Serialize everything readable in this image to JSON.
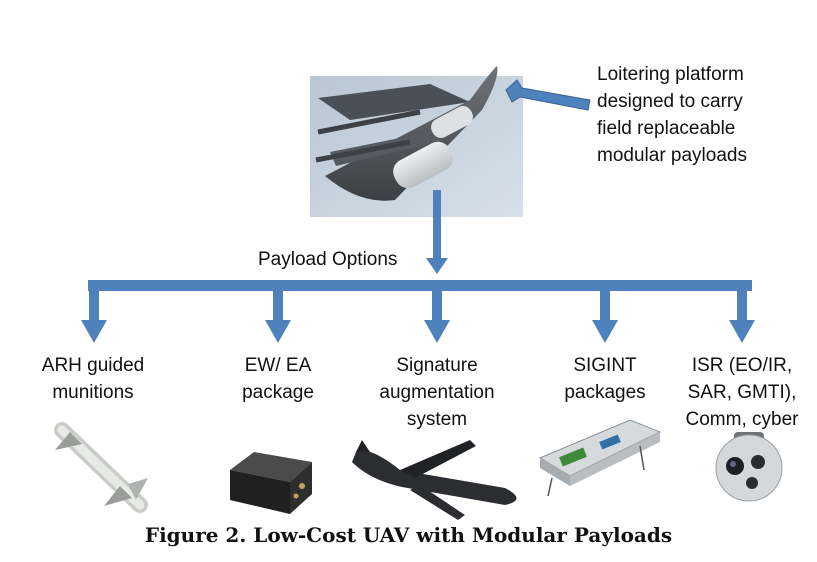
{
  "platform": {
    "image": "uav-drone-image",
    "note": "Loitering platform\ndesigned to carry\nfield replaceable\nmodular payloads"
  },
  "payload_options_label": "Payload Options",
  "payloads": [
    {
      "label": "ARH guided\nmunitions",
      "image": "guided-munition-image"
    },
    {
      "label": "EW/ EA\npackage",
      "image": "ew-box-image"
    },
    {
      "label": "Signature\naugmentation\nsystem",
      "image": "decoy-image"
    },
    {
      "label": "SIGINT\npackages",
      "image": "sigint-board-image"
    },
    {
      "label": "ISR (EO/IR,\nSAR, GMTI),\nComm, cyber",
      "image": "eo-ir-turret-image"
    }
  ],
  "caption": "Figure 2. Low-Cost UAV with Modular Payloads",
  "colors": {
    "arrow": "#4f81bd",
    "arrow_edge": "#3a6595"
  }
}
